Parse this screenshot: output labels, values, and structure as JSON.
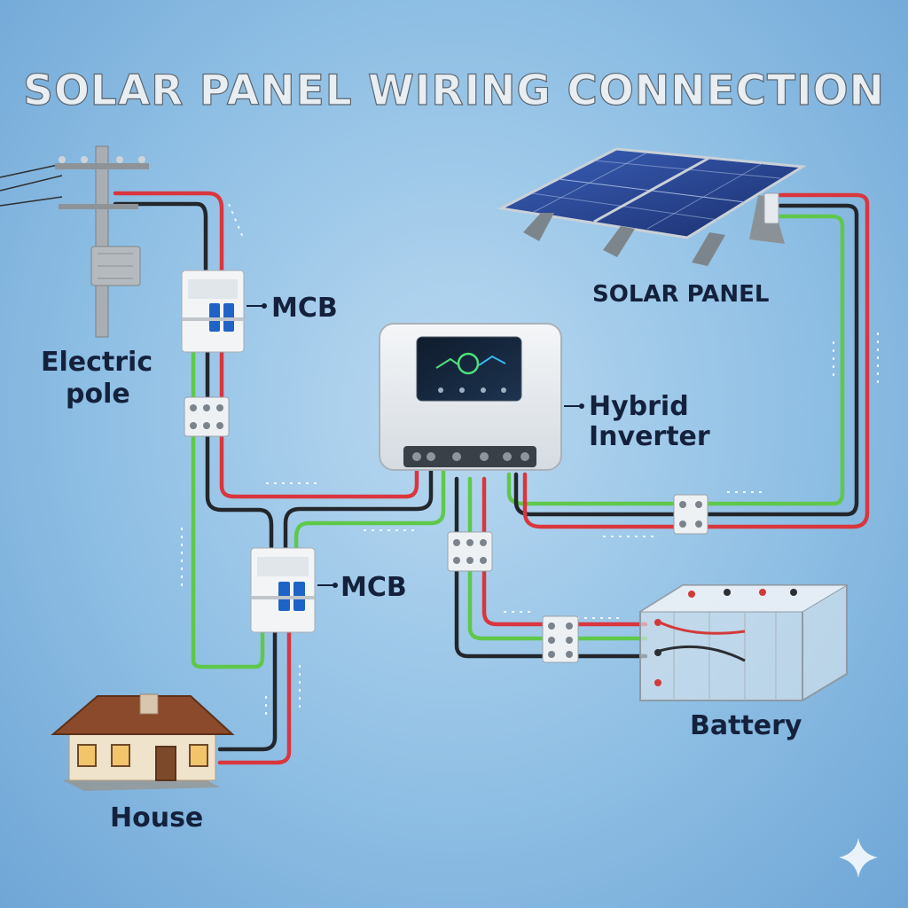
{
  "title": "SOLAR PANEL WIRING CONNECTION",
  "labels": {
    "electric_pole_line1": "Electric",
    "electric_pole_line2": "pole",
    "mcb_top": "MCB",
    "mcb_bottom": "MCB",
    "solar_panel": "SOLAR PANEL",
    "hybrid_inverter_line1": "Hybrid",
    "hybrid_inverter_line2": "Inverter",
    "battery": "Battery",
    "house": "House"
  },
  "colors": {
    "live_wire": "#d9363e",
    "neutral_wire": "#23262b",
    "earth_wire": "#5fc84a",
    "label_text": "#14213d",
    "background": "#9cc8ea"
  },
  "icons": {
    "pole": "electric-pole-icon",
    "breaker": "mcb-breaker-icon",
    "solar": "solar-panel-icon",
    "inverter": "hybrid-inverter-icon",
    "battery": "battery-bank-icon",
    "house": "house-icon",
    "sparkle": "sparkle-icon"
  }
}
